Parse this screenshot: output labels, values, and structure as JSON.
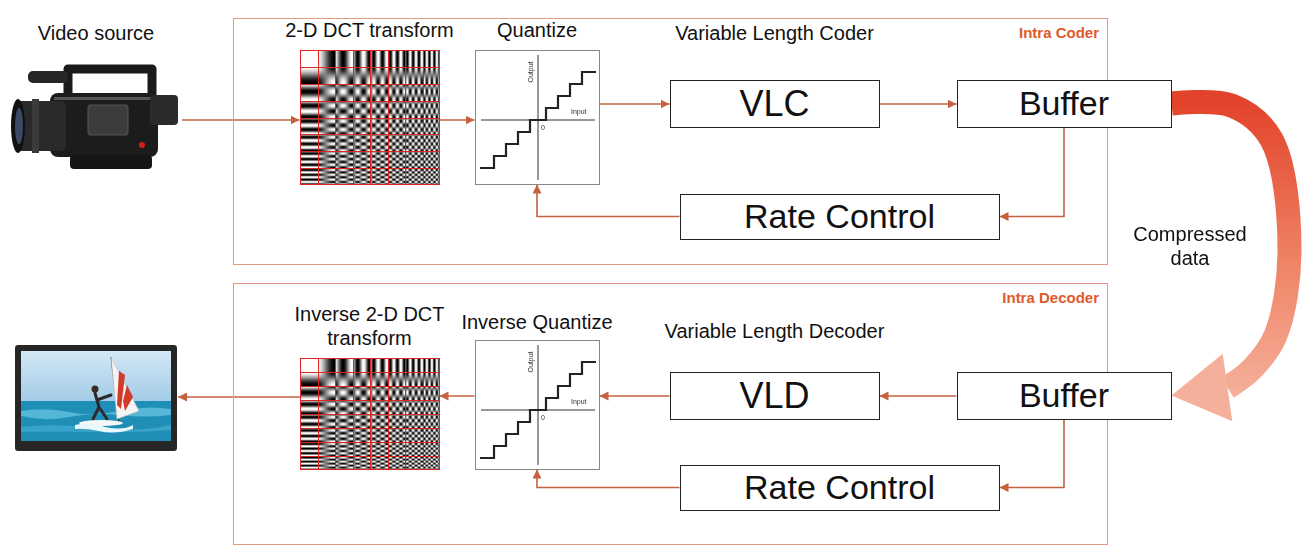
{
  "diagram": {
    "nodes": [
      {
        "text": [
          "Video source"
        ]
      },
      {
        "text": [
          "Intra Coder"
        ]
      },
      {
        "text": [
          "2-D DCT transform"
        ],
        "in": 1
      },
      {
        "text": [
          "Quantize"
        ],
        "in": 1
      },
      {
        "text": [
          "Variable Length Coder",
          "VLC"
        ],
        "in": 1
      },
      {
        "text": [
          "Buffer"
        ],
        "in": 1
      },
      {
        "text": [
          "Rate Control"
        ],
        "in": 1
      },
      {
        "text": [
          "Intra Decoder"
        ]
      },
      {
        "text": [
          "Inverse 2-D DCT transform"
        ],
        "in": 7
      },
      {
        "text": [
          "Inverse Quantize"
        ],
        "in": 7
      },
      {
        "text": [
          "Variable Length Decoder",
          "VLD"
        ],
        "in": 7
      },
      {
        "text": [
          "Buffer"
        ],
        "in": 7
      },
      {
        "text": [
          "Rate Control"
        ],
        "in": 7
      }
    ],
    "edges": [
      {
        "from": 0,
        "to": 2,
        "arrow": "to"
      },
      {
        "from": 2,
        "to": 3,
        "arrow": "to"
      },
      {
        "from": 3,
        "to": 4,
        "arrow": "to"
      },
      {
        "from": 4,
        "to": 5,
        "arrow": "to"
      },
      {
        "from": 5,
        "to": 6,
        "arrow": "to"
      },
      {
        "from": 6,
        "to": 3,
        "arrow": "to"
      },
      {
        "from": 5,
        "to": 11,
        "label": "Compressed data",
        "arrow": "to"
      },
      {
        "from": 11,
        "to": 10,
        "arrow": "to"
      },
      {
        "from": 10,
        "to": 9,
        "arrow": "to"
      },
      {
        "from": 9,
        "to": 8,
        "arrow": "to"
      },
      {
        "from": 11,
        "to": 12,
        "arrow": "to"
      },
      {
        "from": 12,
        "to": 9,
        "arrow": "to"
      }
    ],
    "labels": [
      "Output",
      "Input",
      "0",
      "Output",
      "Input",
      "0"
    ]
  }
}
